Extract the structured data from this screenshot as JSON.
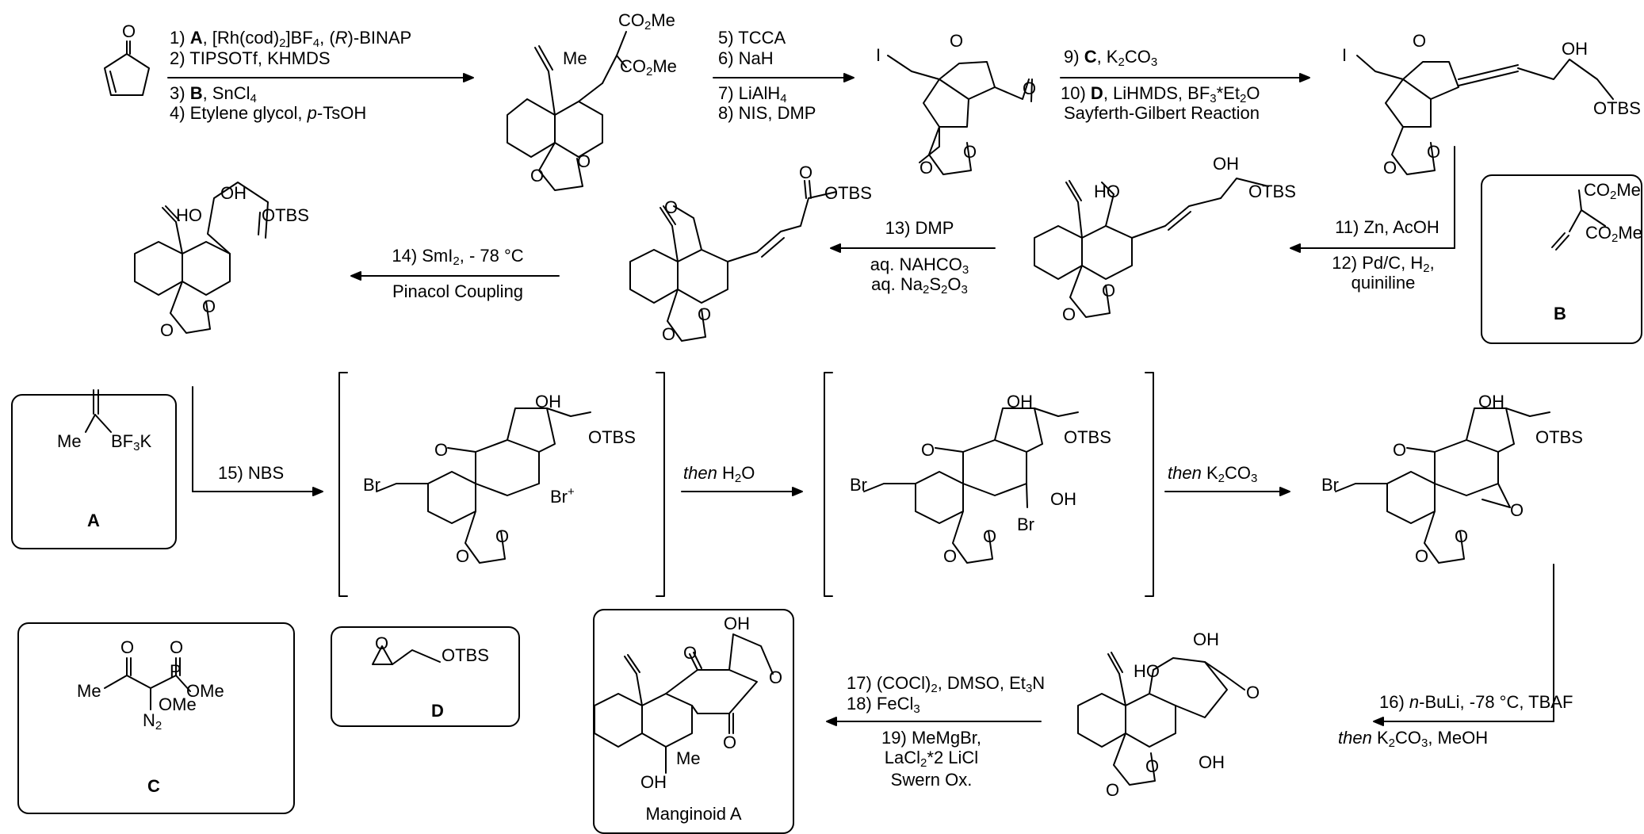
{
  "steps": {
    "s1": "1)",
    "s1_A": "A",
    "s1_rest": ", [Rh(cod)",
    "s1_rest2": "]BF",
    "s1_rest3": ", (",
    "s1_R": "R",
    "s1_rest4": ")-BINAP",
    "s2": "2) TIPSOTf, KHMDS",
    "s3": "3)",
    "s3_B": "B",
    "s3_rest": ", SnCl",
    "s4": "4) Etylene glycol,",
    "s4_p": "p",
    "s4_rest": "-TsOH",
    "s5": "5) TCCA",
    "s6": "6) NaH",
    "s7": "7) LiAlH",
    "s8": "8) NIS, DMP",
    "s9": "9)",
    "s9_C": "C",
    "s9_rest": ", K",
    "s9_rest2": "CO",
    "s10": "10)",
    "s10_D": "D",
    "s10_rest": ", LiHMDS, BF",
    "s10_rest2": "*Et",
    "s10_rest3": "O",
    "s10_name": "Sayferth-Gilbert Reaction",
    "s11": "11) Zn, AcOH",
    "s12a": "12) Pd/C, H",
    "s12b": "quiniline",
    "s13": "13) DMP",
    "s13b": "aq. NAHCO",
    "s13c": "aq. Na",
    "s13c2": "S",
    "s13c3": "O",
    "s14": "14) SmI",
    "s14_rest": ", - 78 °C",
    "s14_name": "Pinacol Coupling",
    "s15": "15) NBS",
    "then": "then",
    "then_h2o": "H",
    "then_h2o2": "O",
    "then_k": "K",
    "then_k2": "CO",
    "s16": "16)",
    "s16_n": "n",
    "s16_rest": "-BuLi, -78 °C, TBAF",
    "s16b": "K",
    "s16b2": "CO",
    "s16b3": ", MeOH",
    "s17": "17) (COCl)",
    "s17_rest": ", DMSO, Et",
    "s18": "18) FeCl",
    "s19": "19) MeMgBr,",
    "s19b": "LaCl",
    "s19b2": "*2 LiCl",
    "s19c": "Swern Ox."
  },
  "boxes": {
    "A": "A",
    "A_me": "Me",
    "A_bf": "BF",
    "A_k": "K",
    "B": "B",
    "B_co2me": "CO",
    "B_me": "Me",
    "C": "C",
    "C_me": "Me",
    "C_ome": "OMe",
    "C_n2": "N",
    "C_p": "P",
    "C_o": "O",
    "D": "D",
    "D_otbs": "OTBS",
    "D_o": "O",
    "product": "Manginoid A"
  },
  "atoms": {
    "O": "O",
    "I": "I",
    "Br": "Br",
    "OH": "OH",
    "HO": "HO",
    "OTBS": "OTBS",
    "Me": "Me",
    "CO2Me_a": "CO",
    "CO2Me_b": "Me",
    "plus": "+"
  }
}
